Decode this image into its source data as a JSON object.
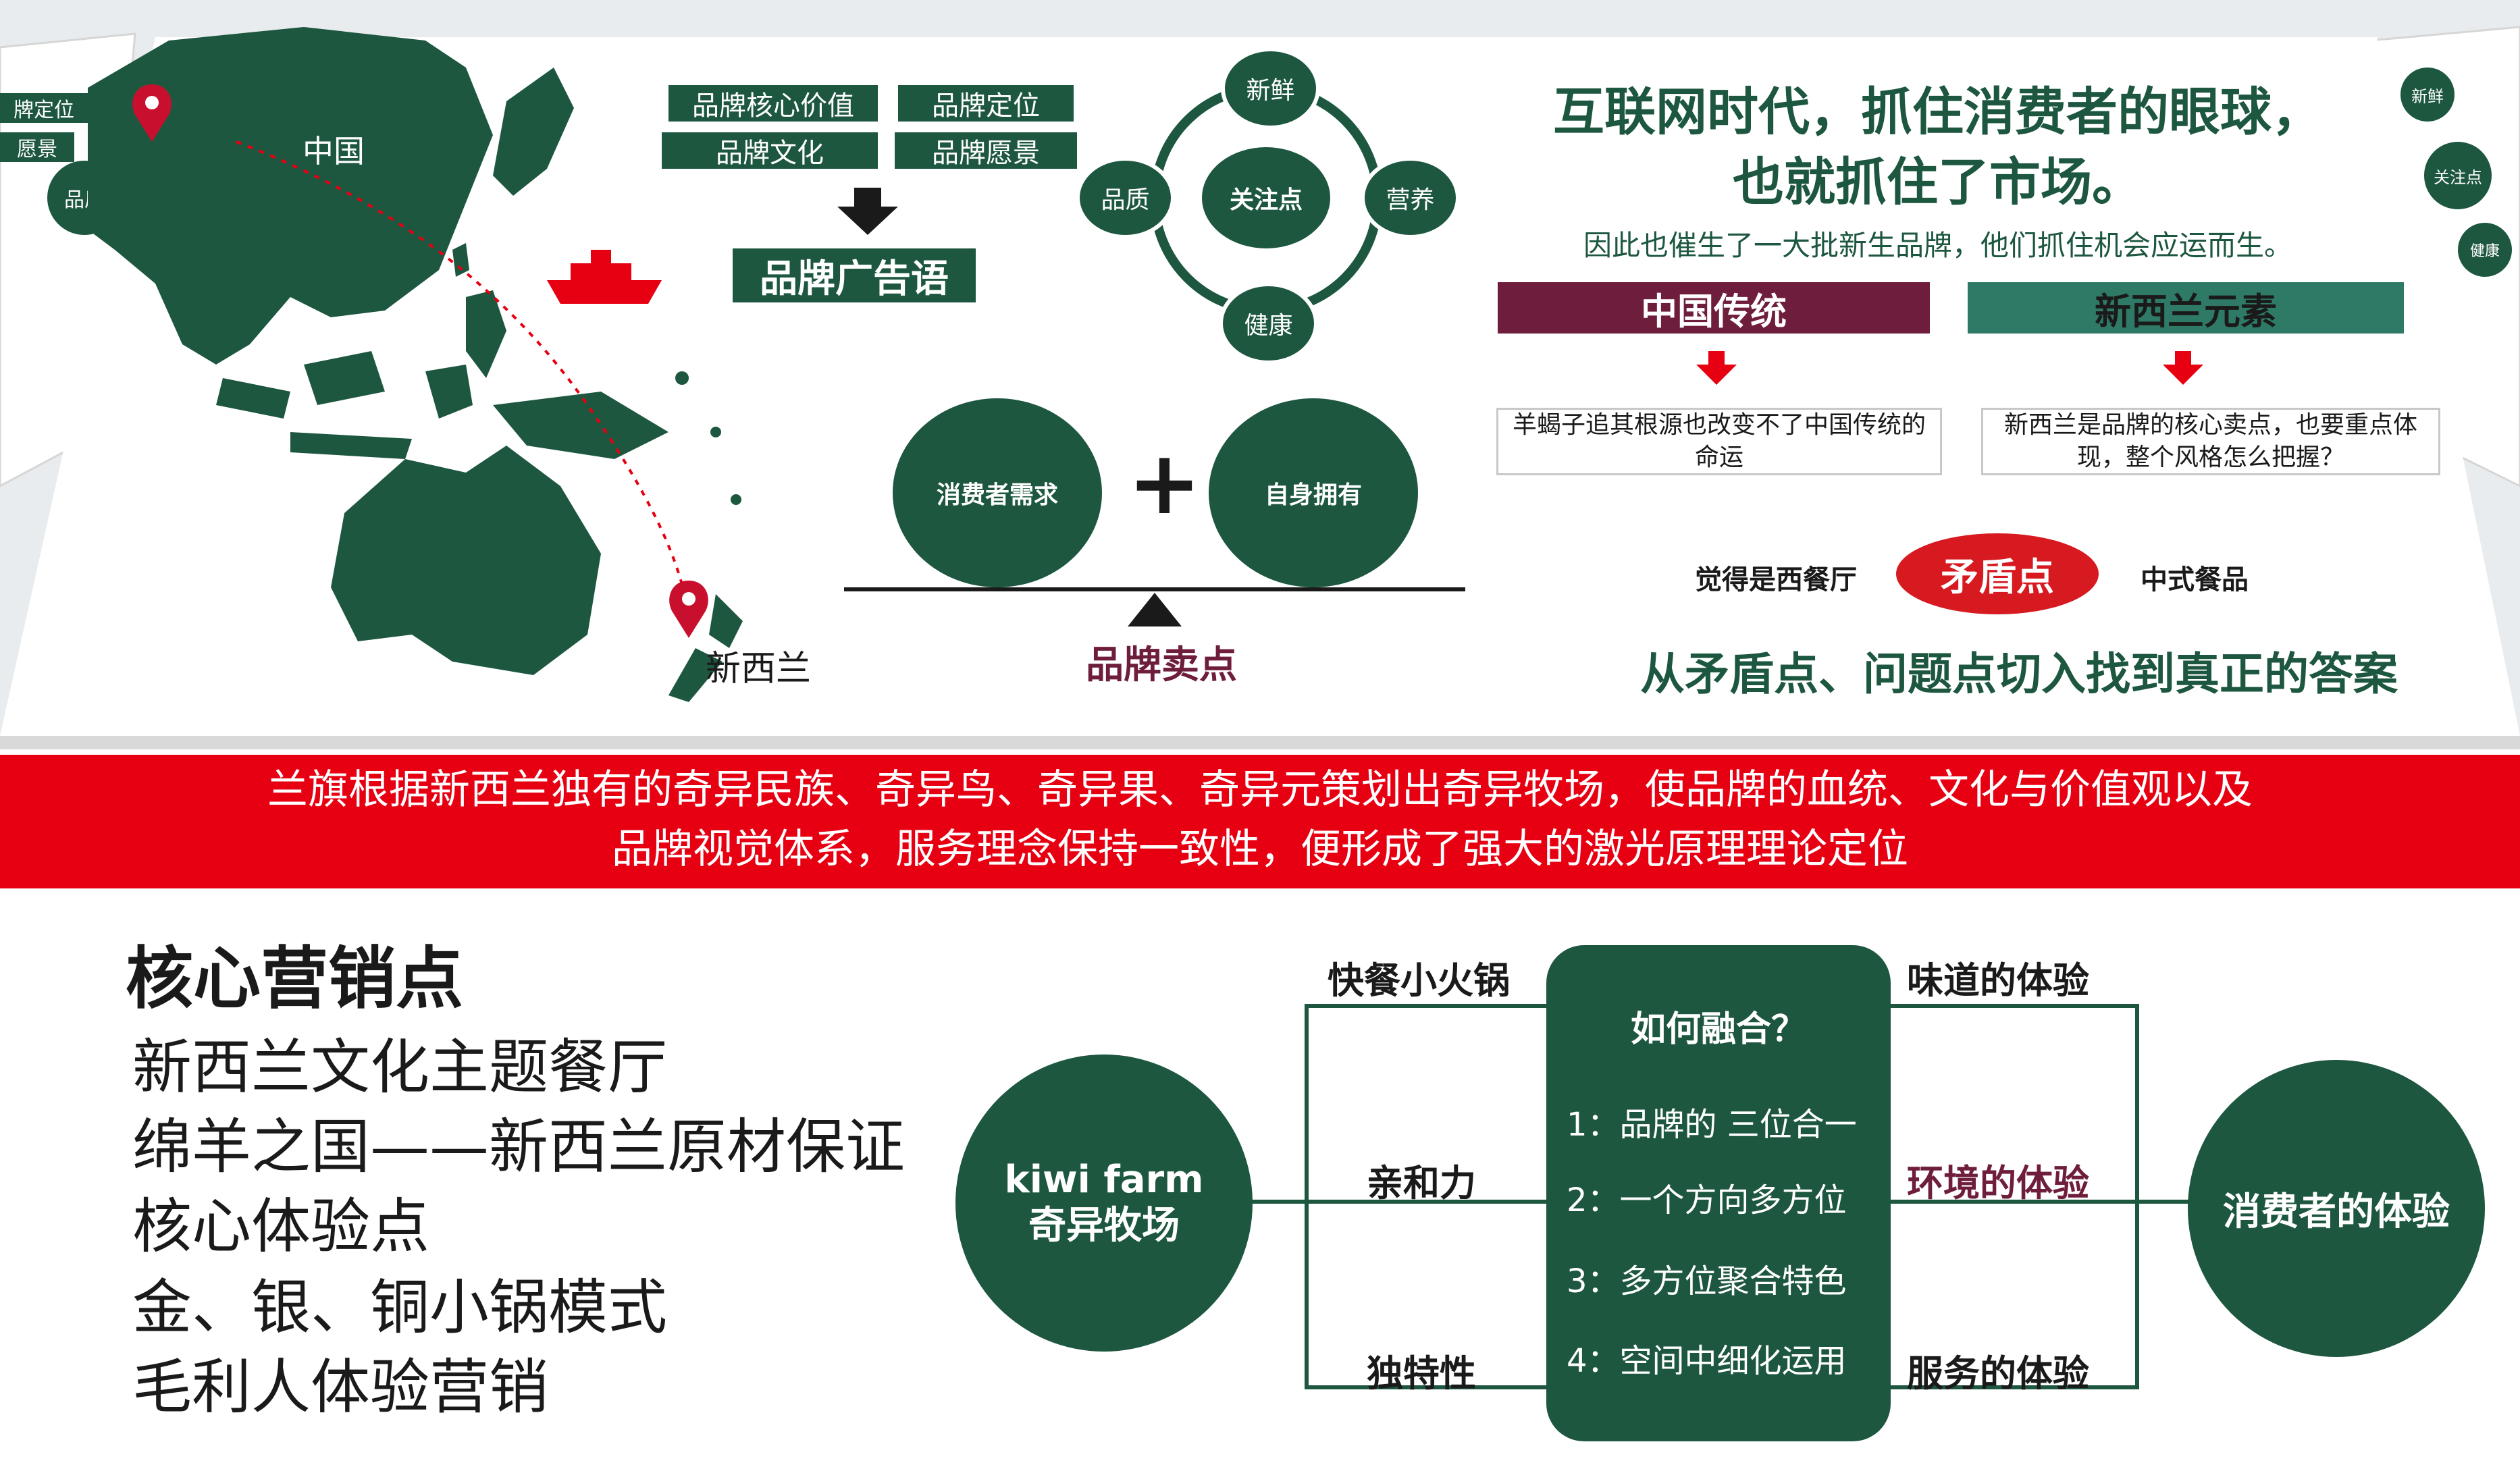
{
  "map": {
    "label_china": "中国",
    "label_nz": "新西兰"
  },
  "brand_boxes": {
    "core_value": "品牌核心价值",
    "positioning": "品牌定位",
    "culture": "品牌文化",
    "vision": "品牌愿景",
    "slogan": "品牌广告语"
  },
  "focus_cycle": {
    "center": "关注点",
    "top": "新鲜",
    "right": "营养",
    "bottom": "健康",
    "left": "品质"
  },
  "balance": {
    "left": "消费者需求",
    "right": "自身拥有",
    "plus": "+",
    "label": "品牌卖点"
  },
  "headline": {
    "line1": "互联网时代，抓住消费者的眼球，",
    "line2": "也就抓住了市场。",
    "sub": "因此也催生了一大批新生品牌，他们抓住机会应运而生。"
  },
  "elements": {
    "china_title": "中国传统",
    "nz_title": "新西兰元素",
    "china_desc": "羊蝎子追其根源也改变不了中国传统的命运",
    "nz_desc": "新西兰是品牌的核心卖点，也要重点体现，整个风格怎么把握？",
    "contradiction_left": "觉得是西餐厅",
    "contradiction_center": "矛盾点",
    "contradiction_right": "中式餐品",
    "answer": "从矛盾点、问题点切入找到真正的答案"
  },
  "side_slides": {
    "left_a": "牌定位",
    "left_b": "愿景",
    "left_c": "品质",
    "right_a": "新鲜",
    "right_b": "关注点",
    "right_c": "健康"
  },
  "banner": {
    "line1": "兰旗根据新西兰独有的奇异民族、奇异鸟、奇异果、奇异元策划出奇异牧场，使品牌的血统、文化与价值观以及",
    "line2": "品牌视觉体系，服务理念保持一致性，便形成了强大的激光原理理论定位"
  },
  "core": {
    "title": "核心营销点",
    "items": [
      "新西兰文化主题餐厅",
      "绵羊之国——新西兰原材保证",
      "核心体验点",
      "金、银、铜小锅模式",
      "毛利人体验营销"
    ]
  },
  "fusion": {
    "left_circle_line1": "kiwi farm",
    "left_circle_line2": "奇异牧场",
    "right_circle": "消费者的体验",
    "center_title": "如何融合？",
    "center_items": [
      "1：品牌的 三位合一",
      "2：一个方向多方位",
      "3：多方位聚合特色",
      "4：空间中细化运用"
    ],
    "left_top": "快餐小火锅",
    "left_mid": "亲和力",
    "left_bottom": "独特性",
    "right_top": "味道的体验",
    "right_mid": "环境的体验",
    "right_bottom": "服务的体验"
  },
  "colors": {
    "brand_green": "#1d5740",
    "banner_red": "#e60012",
    "wine": "#6e1e3c",
    "teal": "#2e7a66"
  }
}
